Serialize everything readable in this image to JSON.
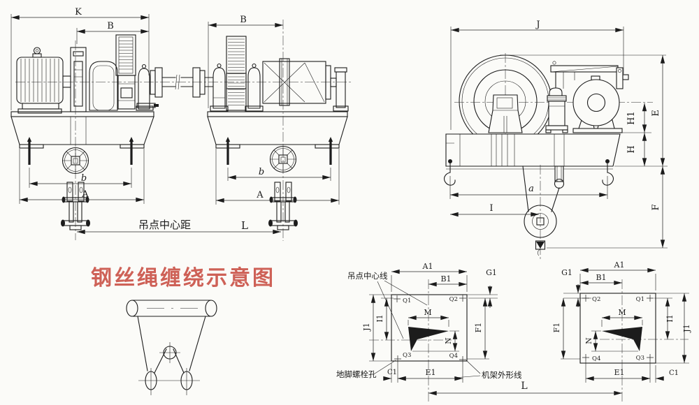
{
  "labels": {
    "winding_title": "钢丝绳缠绕示意图",
    "hook_center_distance": "吊点中心距",
    "hook_centerline": "吊点中心线",
    "anchor_bolt_holes": "地脚螺栓孔",
    "frame_outline": "机架外形线"
  },
  "dims": {
    "K": "K",
    "B": "B",
    "b": "b",
    "A": "A",
    "L": "L",
    "J": "J",
    "E": "E",
    "H1": "H1",
    "H": "H",
    "F": "F",
    "a": "a",
    "I": "I",
    "A1": "A1",
    "B1": "B1",
    "G1": "G1",
    "C1": "C1",
    "E1": "E1",
    "F1": "F1",
    "I1": "I1",
    "J1": "J1",
    "M": "M",
    "N": "N",
    "Q1": "Q1",
    "Q2": "Q2",
    "Q3": "Q3",
    "Q4": "Q4"
  },
  "colors": {
    "line": "#1c1c1c",
    "dim": "#2a2a2a",
    "red": "#ce6157",
    "bg": "#fbfbf8"
  }
}
